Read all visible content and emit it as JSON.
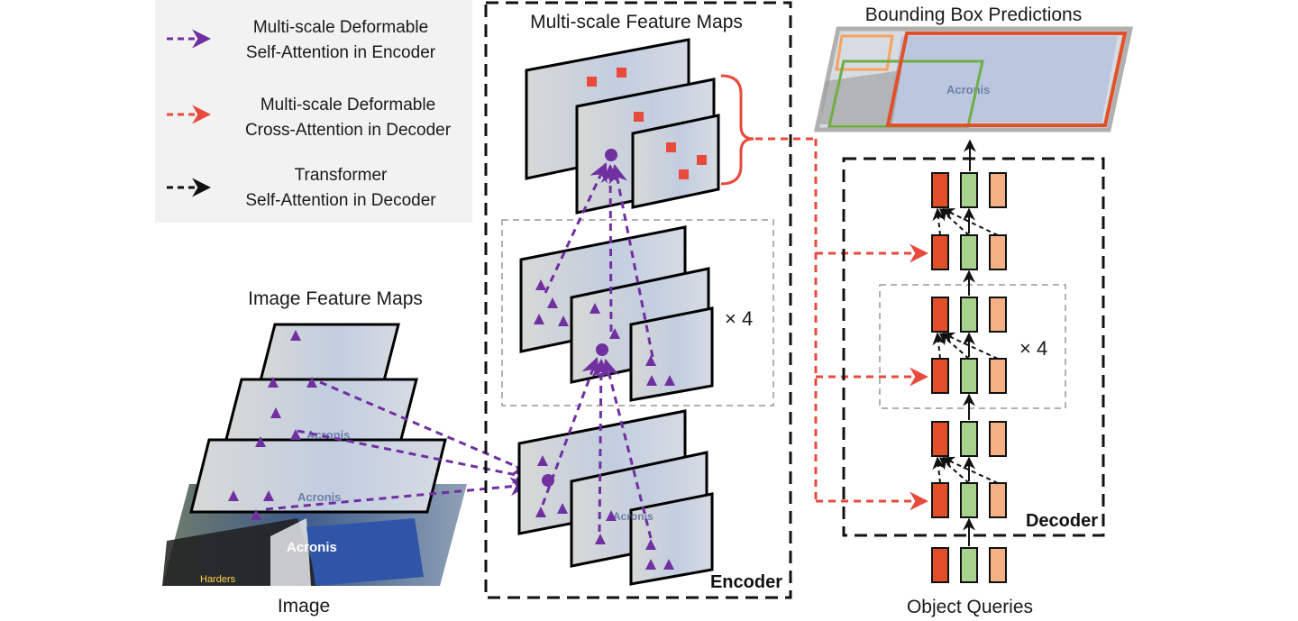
{
  "legend": {
    "items": [
      {
        "line1": "Multi-scale Deformable",
        "line2": "Self-Attention in Encoder",
        "color": "#7030a0"
      },
      {
        "line1": "Multi-scale Deformable",
        "line2": "Cross-Attention in Decoder",
        "color": "#e84a3c"
      },
      {
        "line1": "Transformer",
        "line2": "Self-Attention in Decoder",
        "color": "#111111"
      }
    ]
  },
  "labels": {
    "image_feature_maps": "Image Feature Maps",
    "image": "Image",
    "multi_scale_feature_maps": "Multi-scale Feature Maps",
    "encoder": "Encoder",
    "repeat_encoder": "× 4",
    "bounding_box_predictions": "Bounding Box Predictions",
    "decoder": "Decoder",
    "repeat_decoder": "× 4",
    "object_queries": "Object Queries"
  },
  "photo_text": {
    "sponsor": "Acronis",
    "shirt": "Harders"
  },
  "colors": {
    "encoder_arrow": "#7030a0",
    "cross_attention": "#e84a3c",
    "query_red": "#e2502a",
    "query_green": "#a9d18e",
    "query_peach": "#f4b183",
    "box_red": "#e2502a",
    "box_green": "#70ad47",
    "box_orange": "#f4a460"
  }
}
